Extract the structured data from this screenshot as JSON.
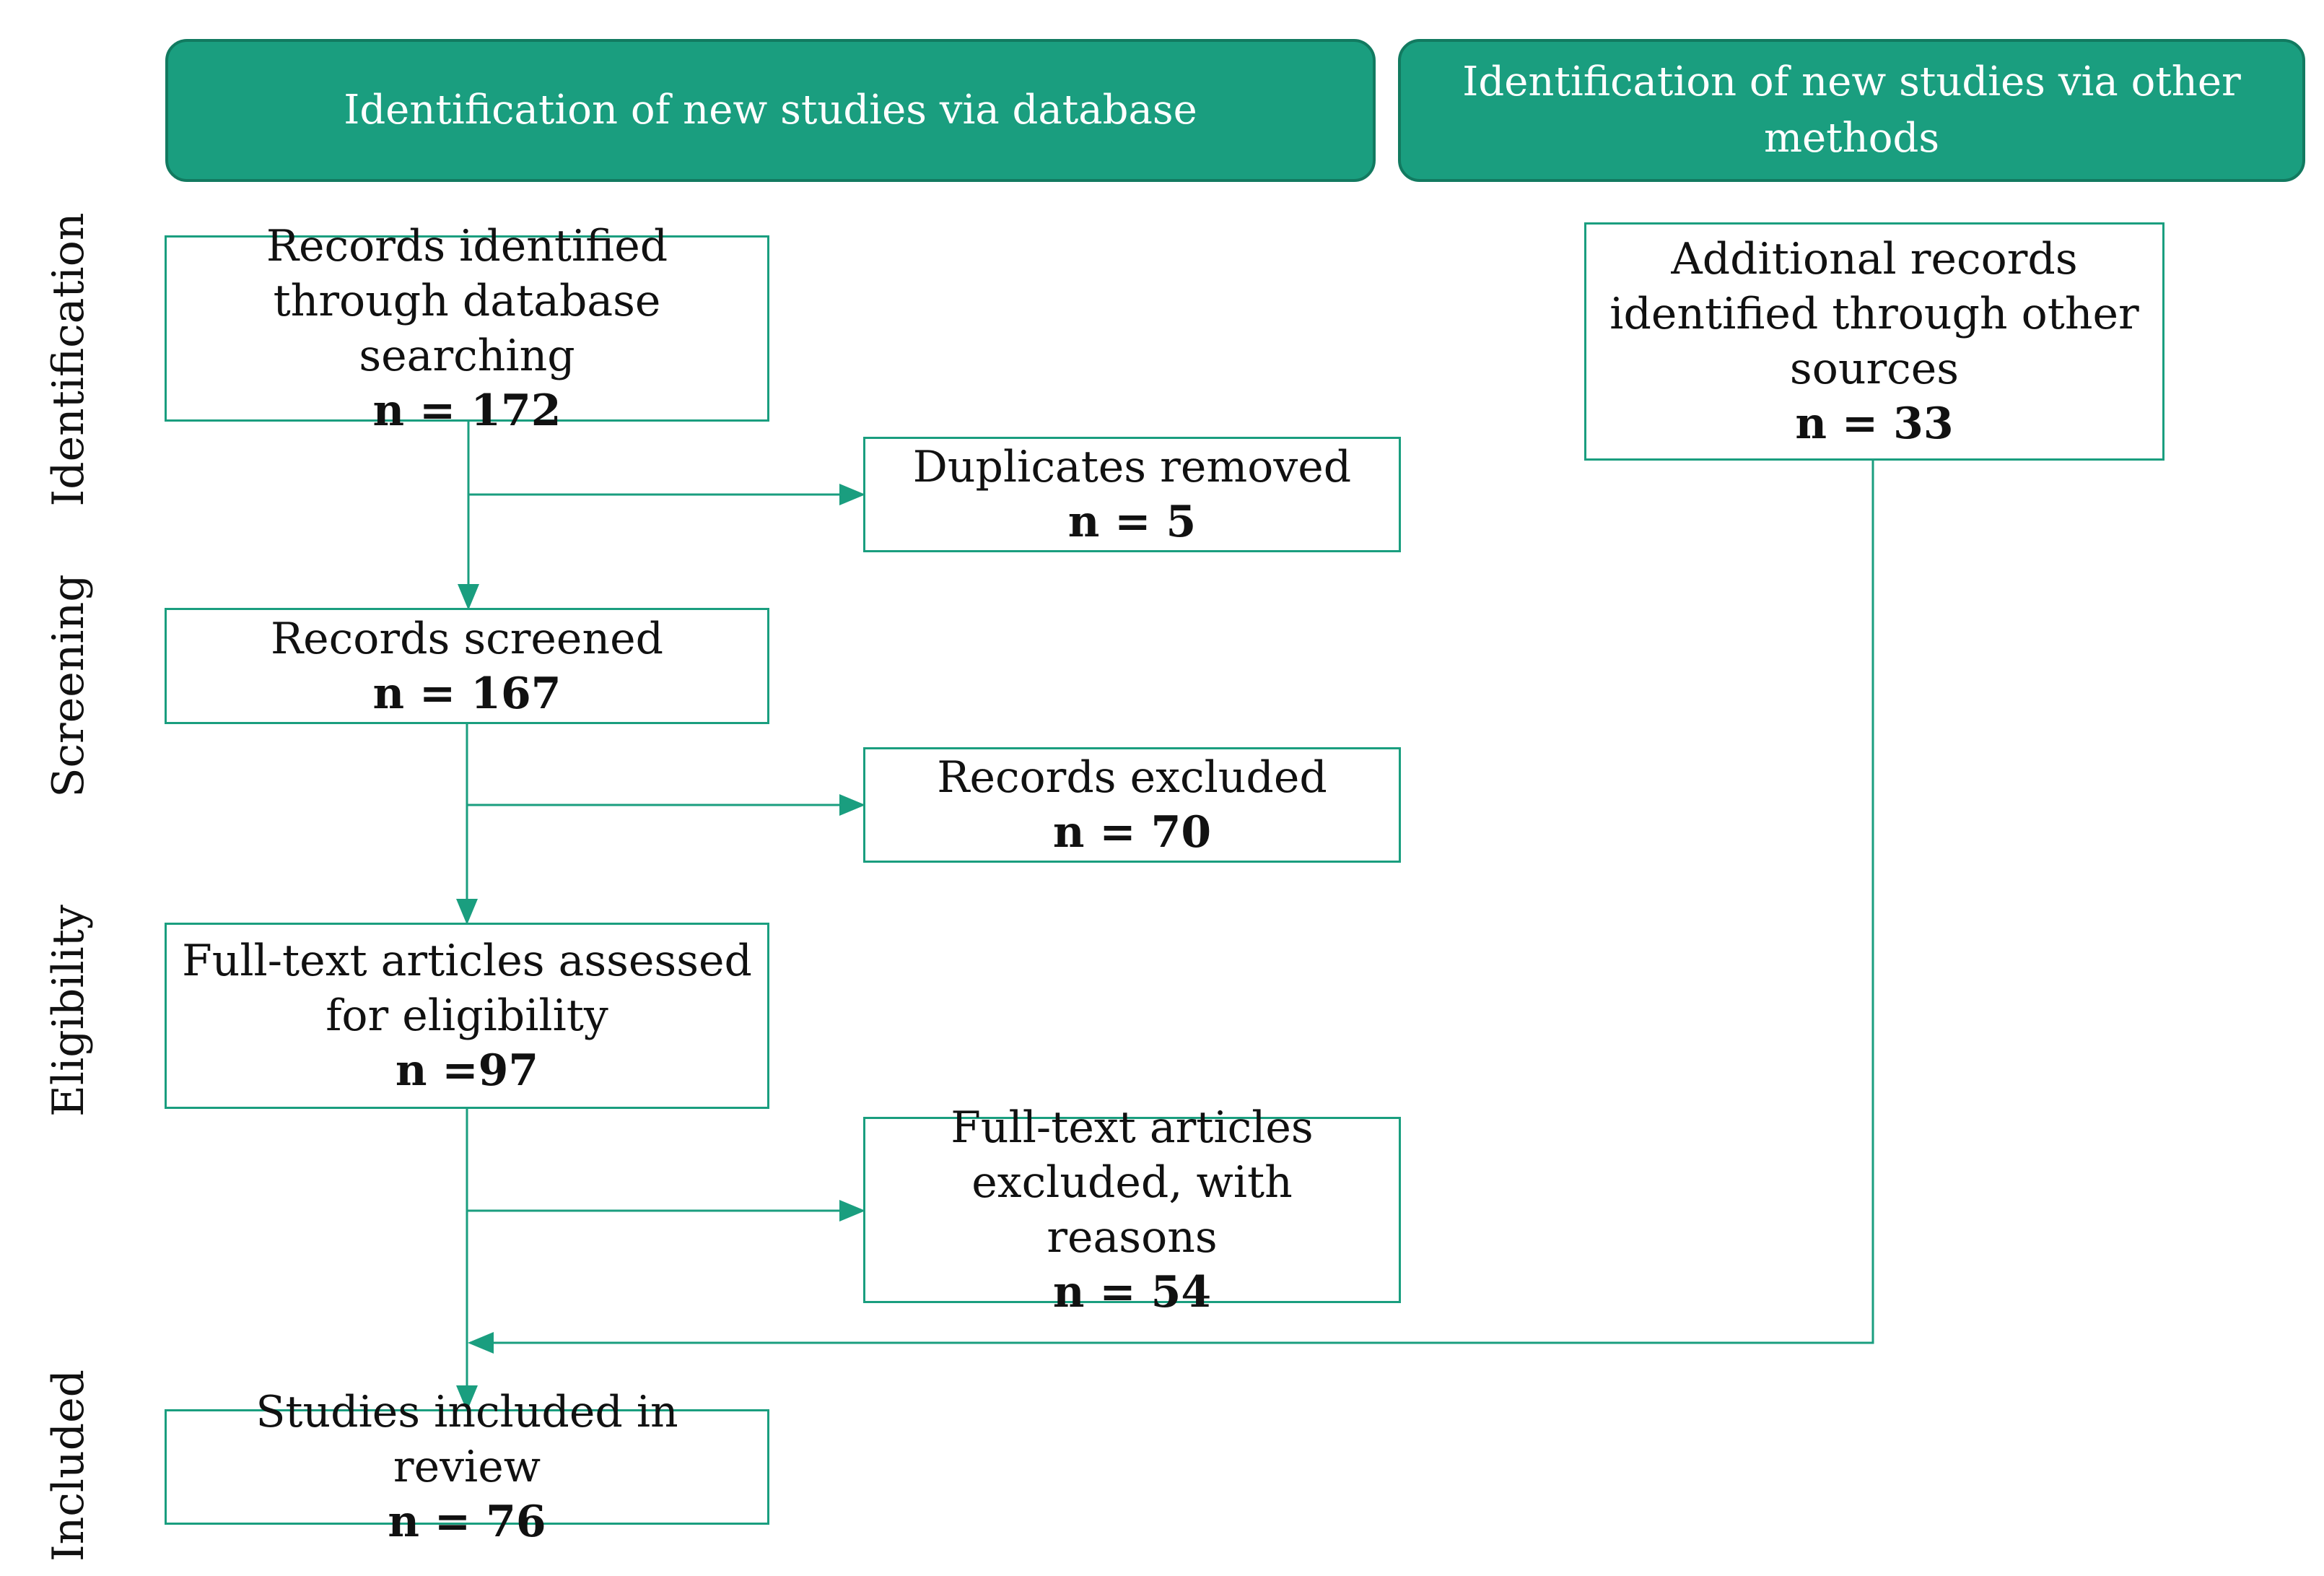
{
  "colors": {
    "accent": "#1a9e7f",
    "banner_border": "#127a60"
  },
  "banners": {
    "database": "Identification of new studies via database",
    "other": "Identification of new studies via other methods"
  },
  "stages": {
    "identification": "Identification",
    "screening": "Screening",
    "eligibility": "Eligibility",
    "included": "Included"
  },
  "boxes": {
    "records_identified": {
      "text": "Records identified through database searching",
      "n": "n = 172"
    },
    "additional_records": {
      "text": "Additional records identified through other sources",
      "n": "n = 33"
    },
    "duplicates_removed": {
      "text": "Duplicates removed",
      "n": "n = 5"
    },
    "records_screened": {
      "text": "Records screened",
      "n": "n = 167"
    },
    "records_excluded": {
      "text": "Records excluded",
      "n": "n = 70"
    },
    "fulltext_assessed": {
      "text": "Full-text articles assessed for eligibility",
      "n": "n =97"
    },
    "fulltext_excluded": {
      "text": "Full-text articles excluded, with reasons",
      "n": "n = 54"
    },
    "studies_included": {
      "text": "Studies included in review",
      "n": "n = 76"
    }
  }
}
